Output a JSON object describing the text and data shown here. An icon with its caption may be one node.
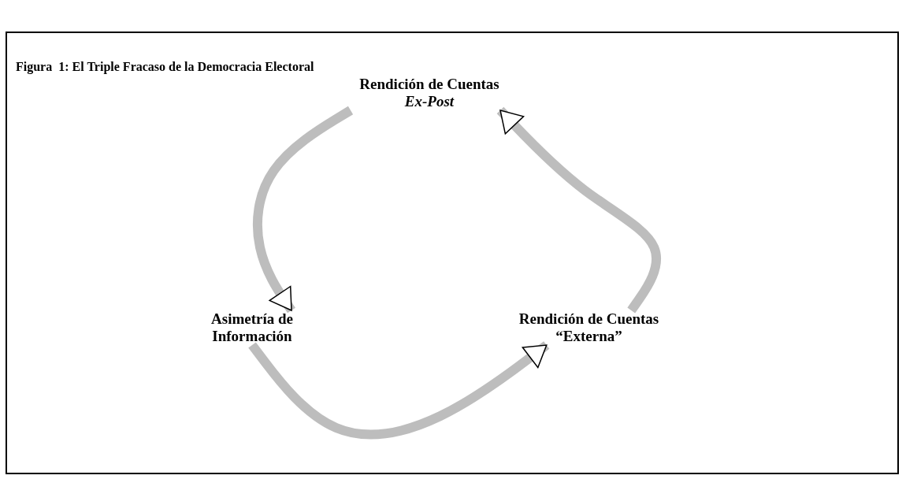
{
  "diagram": {
    "title": "Figura  1: El Triple Fracaso de la Democracia Electoral",
    "nodes": [
      {
        "text": [
          "Rendición de Cuentas *Ex-Post*"
        ]
      },
      {
        "text": [
          "Asimetría de Información"
        ]
      },
      {
        "text": [
          "Rendición de Cuentas “Externa”"
        ]
      }
    ],
    "edges": [
      {
        "from": 0,
        "to": 1,
        "arrow": "to"
      },
      {
        "from": 1,
        "to": 2,
        "arrow": "to"
      },
      {
        "from": 2,
        "to": 0,
        "arrow": "to"
      }
    ]
  }
}
